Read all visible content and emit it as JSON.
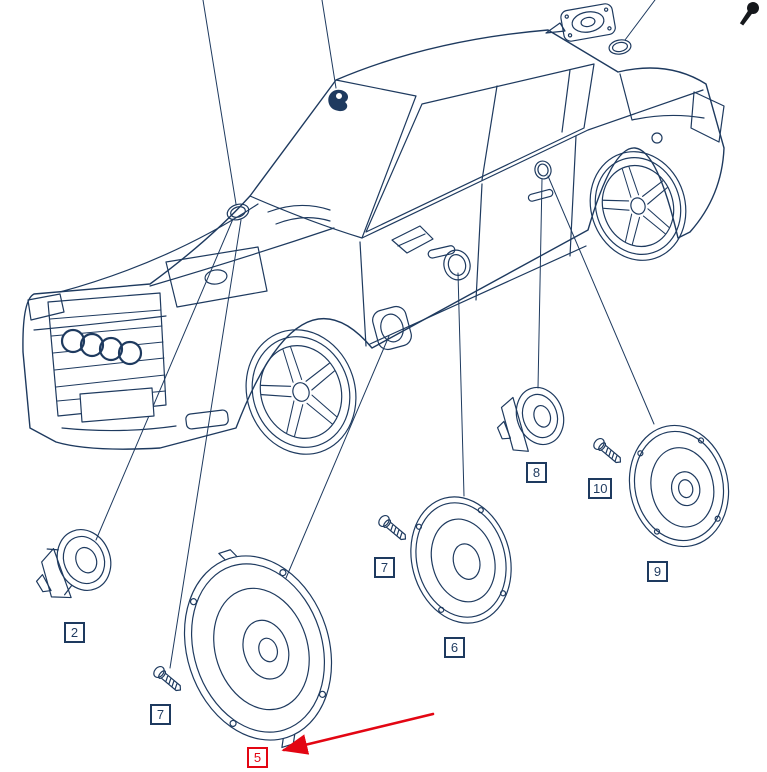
{
  "colors": {
    "line": "#1e3a5f",
    "highlight": "#e30613",
    "background": "#ffffff"
  },
  "callouts": [
    {
      "label": "2",
      "highlighted": false
    },
    {
      "label": "7",
      "highlighted": false
    },
    {
      "label": "5",
      "highlighted": true
    },
    {
      "label": "7",
      "highlighted": false
    },
    {
      "label": "6",
      "highlighted": false
    },
    {
      "label": "8",
      "highlighted": false
    },
    {
      "label": "10",
      "highlighted": false
    },
    {
      "label": "9",
      "highlighted": false
    }
  ],
  "selection": {
    "selected_callout": "5"
  }
}
